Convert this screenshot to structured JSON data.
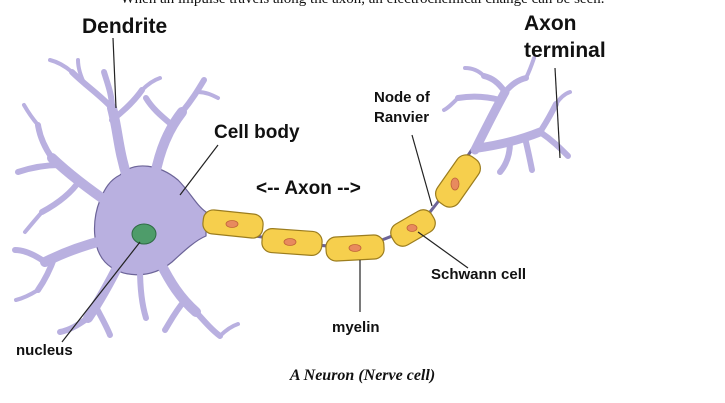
{
  "top_text": "When an impulse travels along the axon, an electrochemical change can be seen.",
  "labels": {
    "dendrite": "Dendrite",
    "axon_terminal_line1": "Axon",
    "axon_terminal_line2": "terminal",
    "node_of_ranvier_line1": "Node of",
    "node_of_ranvier_line2": "Ranvier",
    "cell_body": "Cell body",
    "axon": "<-- Axon -->",
    "schwann_cell": "Schwann cell",
    "myelin": "myelin",
    "nucleus": "nucleus"
  },
  "caption": "A Neuron (Nerve cell)",
  "colors": {
    "neuron": "#b9b0e0",
    "neuron_outline": "#6c6498",
    "myelin": "#f6cf4d",
    "myelin_outline": "#9c7d1e",
    "schwann_nucleus": "#e88a5e",
    "nucleus": "#4e9c6a"
  }
}
